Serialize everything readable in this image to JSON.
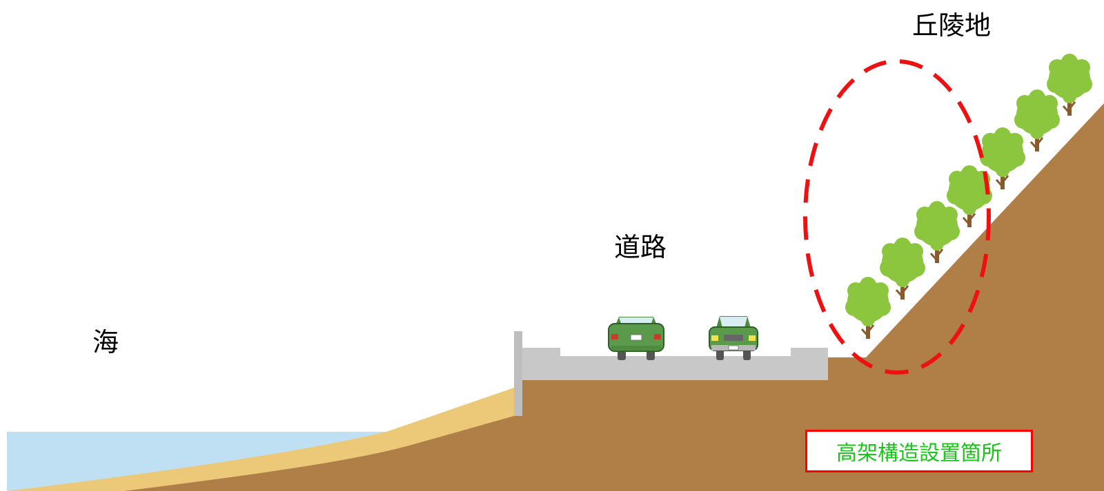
{
  "labels": {
    "sea": "海",
    "road": "道路",
    "hill": "丘陵地"
  },
  "badge": {
    "text": "高架構造設置箇所"
  },
  "colors": {
    "sea": "#bfdff3",
    "sand": "#ecc978",
    "soil": "#b07f47",
    "road": "#c8c8c8",
    "wall": "#bebebe",
    "tree_foliage": "#8cc63f",
    "tree_trunk": "#8b5a2b",
    "car_body": "#5a9a4a",
    "ellipse": "#ee1111",
    "badge_text": "#19c519",
    "badge_border": "#ff0000"
  },
  "icons": {
    "car": "car-icon",
    "tree": "tree-icon"
  }
}
